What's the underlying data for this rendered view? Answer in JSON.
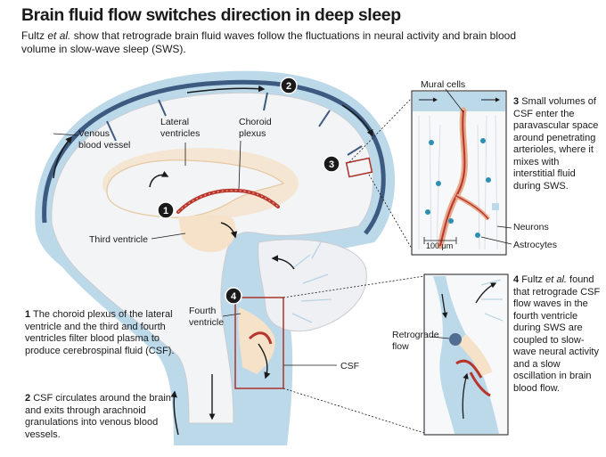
{
  "header": {
    "title": "Brain fluid flow switches direction in deep sleep",
    "subtitle_author": "Fultz",
    "subtitle_etal": "et al.",
    "subtitle_rest": "show that retrograde brain fluid waves follow the fluctuations in neural activity and brain blood volume in slow-wave sleep (SWS)."
  },
  "labels": {
    "venous": [
      "Venous",
      "blood vessel"
    ],
    "lateral": [
      "Lateral",
      "ventricles"
    ],
    "choroid": [
      "Choroid",
      "plexus"
    ],
    "third": "Third ventricle",
    "fourth": [
      "Fourth",
      "ventricle"
    ],
    "csf": "CSF",
    "mural": "Mural cells",
    "neurons": "Neurons",
    "astrocytes": "Astrocytes",
    "scale": "100 μm",
    "retro": [
      "Retrograde",
      "flow"
    ]
  },
  "markers": [
    "1",
    "2",
    "3",
    "4"
  ],
  "captions": {
    "c1": {
      "num": "1",
      "text": "The choroid plexus of the lateral ventricle and the third and fourth ventricles filter blood plasma to produce cerebrospinal fluid (CSF)."
    },
    "c2": {
      "num": "2",
      "text": "CSF circulates around the brain and exits through arachnoid granulations into venous blood vessels."
    },
    "c3": {
      "num": "3",
      "text": "Small volumes of CSF enter the paravascular space around penetrating arterioles, where it mixes with interstitial fluid during SWS."
    },
    "c4": {
      "num": "4",
      "author": "Fultz",
      "etal": "et al.",
      "text": "found that retrograde CSF flow waves in the fourth ventricle during SWS are coupled to slow-wave neural activity and a slow oscillation in brain blood flow."
    }
  },
  "colors": {
    "venous": "#3d5a80",
    "csf": "#bcd9ea",
    "brain": "#f3f4f6",
    "ventricle": "#f5e2c8",
    "vessel": "#b8352e",
    "box": "#a8322b",
    "mural": "#e8a98a",
    "astro": "#2d8fb3"
  }
}
